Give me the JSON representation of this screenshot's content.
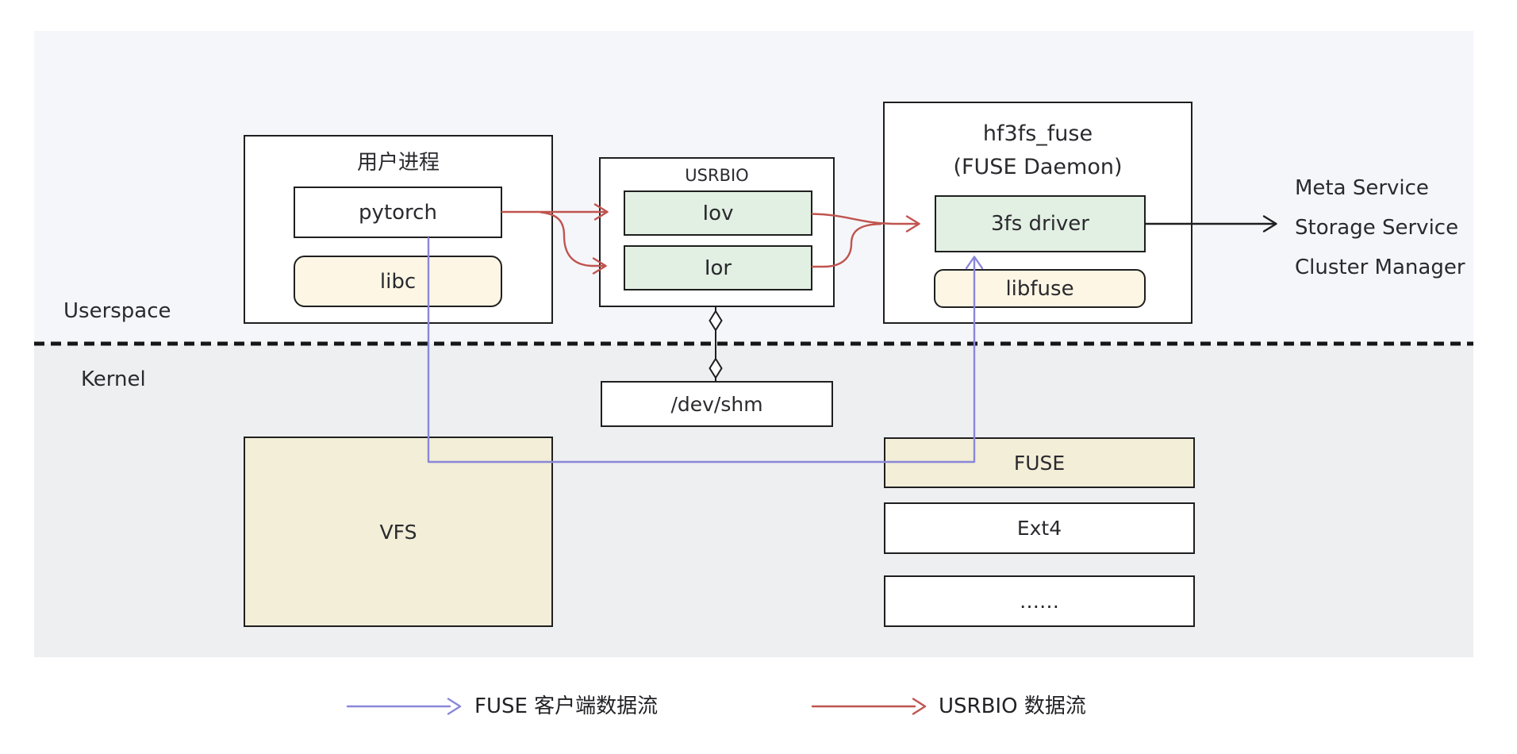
{
  "diagram": {
    "regions": {
      "userspace": "Userspace",
      "kernel": "Kernel"
    },
    "user_process": {
      "title": "用户进程",
      "pytorch": "pytorch",
      "libc": "libc"
    },
    "usrbio": {
      "title": "USRBIO",
      "iov": "Iov",
      "ior": "Ior"
    },
    "hf3fs": {
      "title_line1": "hf3fs_fuse",
      "title_line2": "(FUSE Daemon)",
      "driver": "3fs driver",
      "libfuse": "libfuse"
    },
    "services": [
      "Meta Service",
      "Storage Service",
      "Cluster Manager"
    ],
    "kernel_boxes": {
      "devshm": "/dev/shm",
      "vfs": "VFS",
      "fuse": "FUSE",
      "ext4": "Ext4",
      "more": "……"
    },
    "legend": {
      "fuse_flow": "FUSE 客户端数据流",
      "usrbio_flow": "USRBIO 数据流"
    },
    "colors": {
      "purple": "#8a87d8",
      "red": "#c0544f",
      "green": "#e2efe3",
      "cream": "#fdf6e5",
      "tan": "#f2eed7",
      "userspace_bg": "#f5f6fa",
      "kernel_bg": "#edeff1",
      "line": "#1f1f1f"
    }
  }
}
